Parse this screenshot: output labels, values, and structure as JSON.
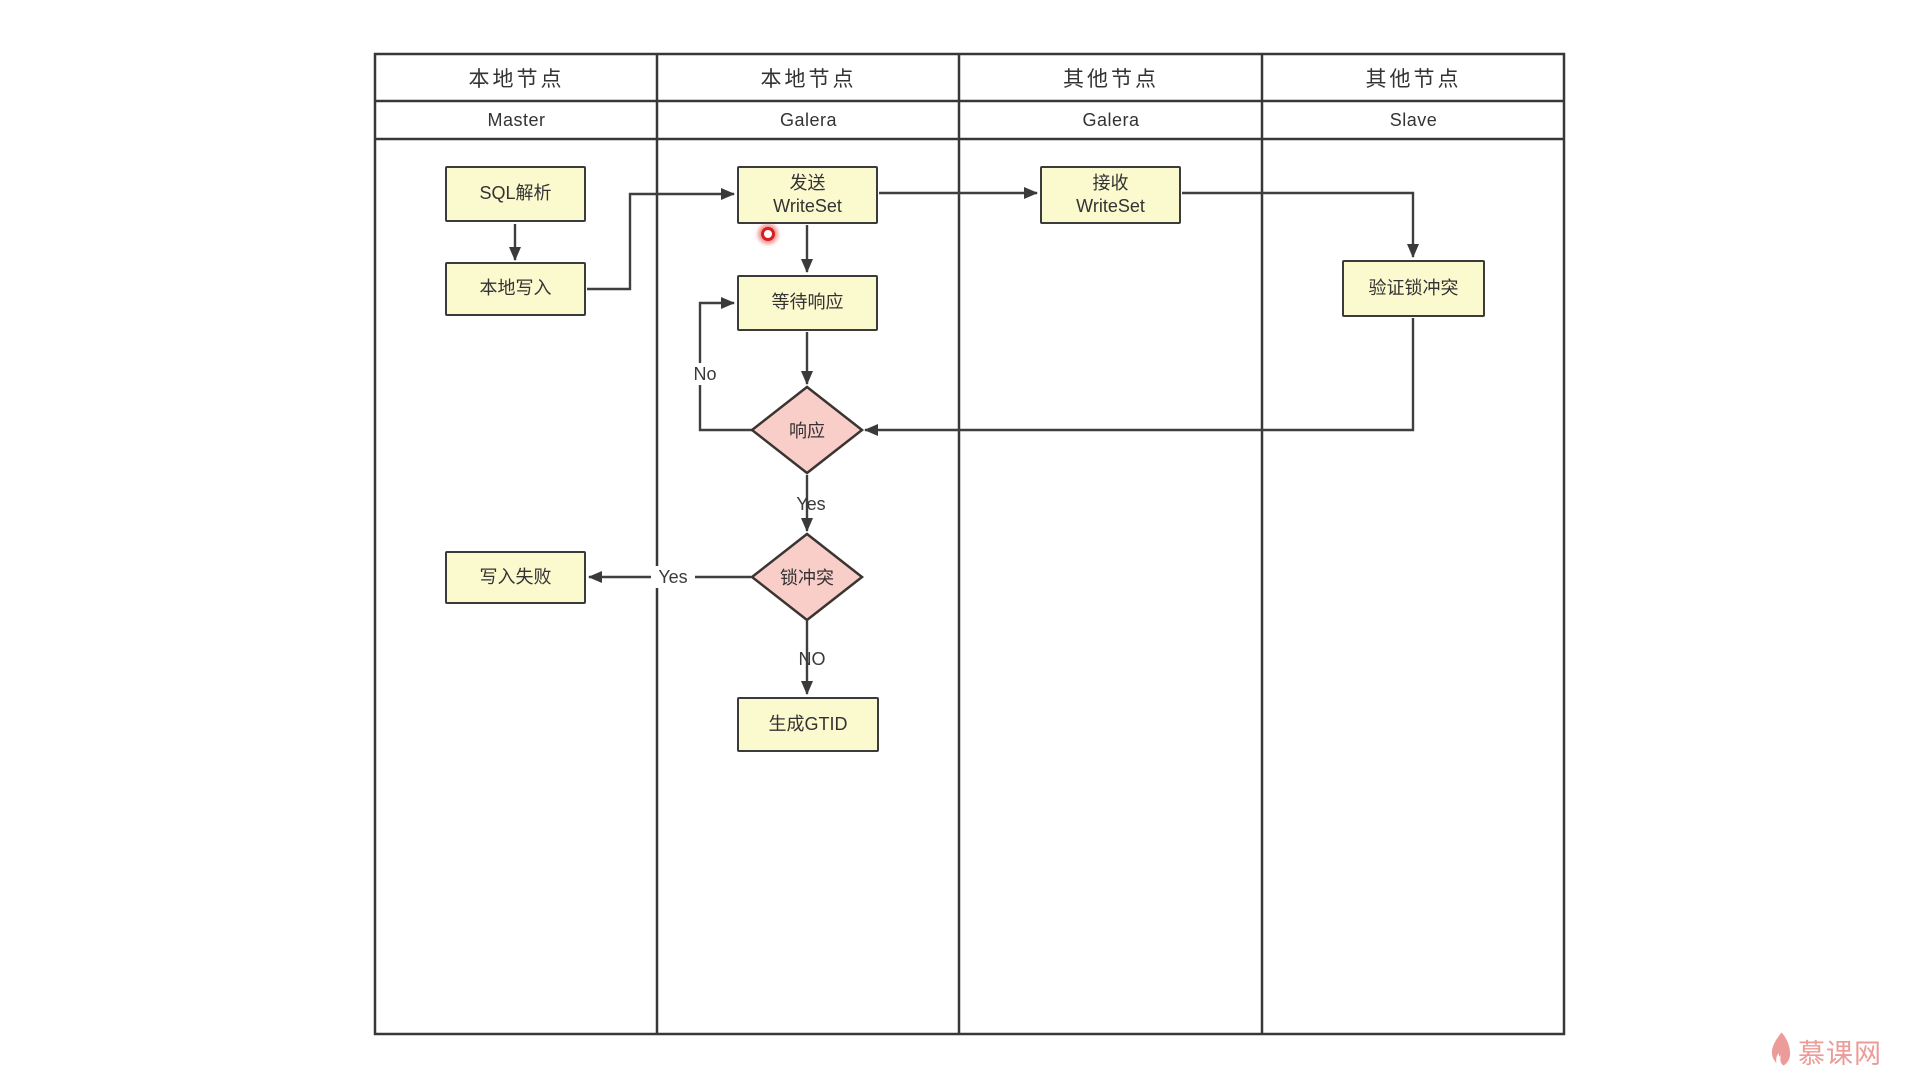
{
  "lanes": [
    {
      "title": "本地节点",
      "subtitle": "Master"
    },
    {
      "title": "本地节点",
      "subtitle": "Galera"
    },
    {
      "title": "其他节点",
      "subtitle": "Galera"
    },
    {
      "title": "其他节点",
      "subtitle": "Slave"
    }
  ],
  "nodes": {
    "sql_parse": "SQL解析",
    "local_write": "本地写入",
    "send_writeset_line1": "发送",
    "send_writeset_line2": "WriteSet",
    "wait_response": "等待响应",
    "response": "响应",
    "lock_conflict": "锁冲突",
    "write_fail": "写入失败",
    "gen_gtid": "生成GTID",
    "recv_writeset_line1": "接收",
    "recv_writeset_line2": "WriteSet",
    "verify_lock": "验证锁冲突"
  },
  "edge_labels": {
    "no_loop": "No",
    "yes_response": "Yes",
    "yes_conflict": "Yes",
    "no_conflict": "NO"
  },
  "watermark": {
    "text": "慕课网"
  },
  "colors": {
    "box_fill": "#FBF9CE",
    "box_border": "#3B3B3B",
    "diamond_fill": "#F9CEC9",
    "line": "#3F3F3F",
    "grid": "#383838",
    "watermark": "#EC9B98",
    "click_indicator": "#D81F1F"
  }
}
